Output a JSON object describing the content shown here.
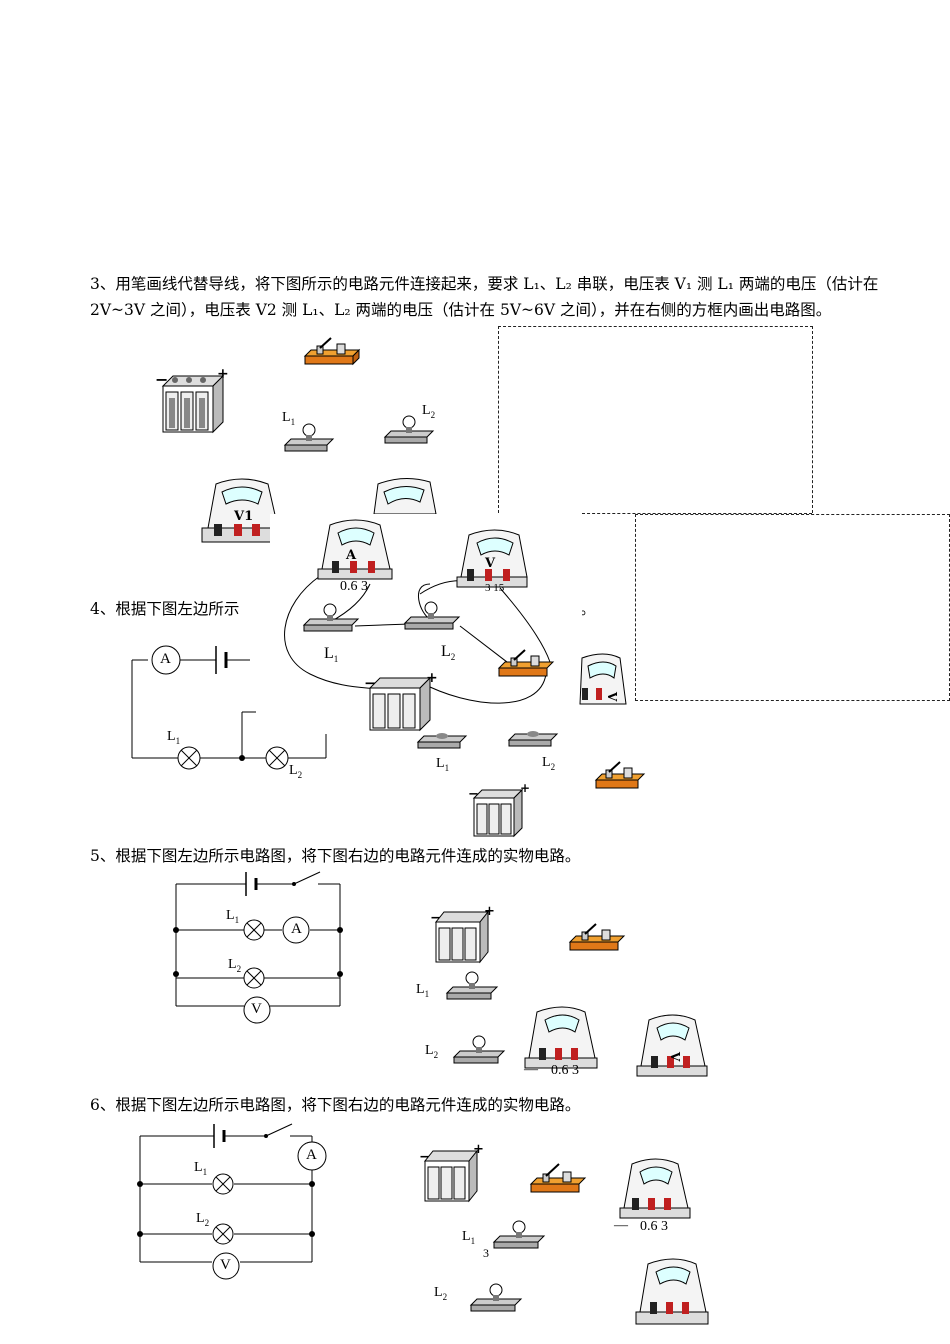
{
  "q3": {
    "line1": "3、用笔画线代替导线，将下图所示的电路元件连接起来，要求 L₁、L₂ 串联，电压表 V₁ 测 L₁ 两端的电压（估计在",
    "line2": "2V~3V 之间），电压表 V2 测 L₁、L₂ 两端的电压（估计在 5V~6V 之间），并在右侧的方框内画出电路图。",
    "lamp1": "L",
    "lamp2": "L",
    "sub1": "1",
    "sub2": "2",
    "meter1_label": "V1"
  },
  "q4": {
    "text_left": "4、根据下图左边所示",
    "text_right": "。",
    "ammeter": "A",
    "lamp1": "L",
    "sub1": "1",
    "lamp2": "L",
    "sub2": "2",
    "range": "0.6 3",
    "range2": "3 15",
    "volt": "V",
    "amp": "A",
    "minus": "—"
  },
  "q5": {
    "text": "5、根据下图左边所示电路图，将下图右边的电路元件连成的实物电路。",
    "ammeter": "A",
    "voltmeter": "V",
    "lamp1": "L",
    "sub1": "1",
    "lamp2": "L",
    "sub2": "2",
    "range": "0.6 3",
    "minus": "—"
  },
  "q6": {
    "text": "6、根据下图左边所示电路图，将下图右边的电路元件连成的实物电路。",
    "ammeter": "A",
    "voltmeter": "V",
    "lamp1": "L",
    "sub1": "1",
    "lamp2": "L",
    "sub2": "2",
    "range": "0.6 3",
    "minus": "—",
    "stray": "3"
  }
}
